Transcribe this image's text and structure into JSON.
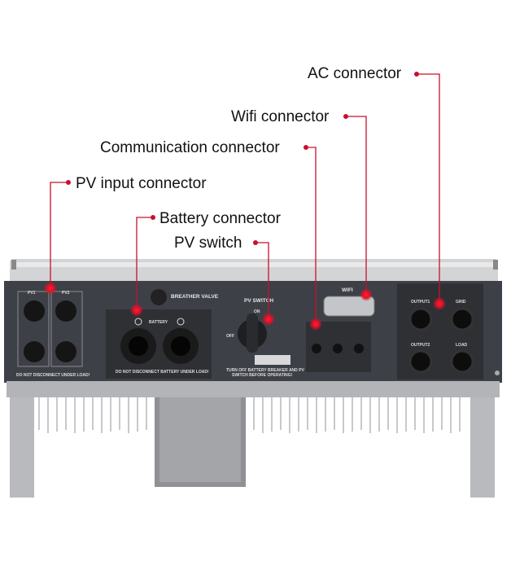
{
  "callouts": {
    "ac": "AC connector",
    "wifi": "Wifi connector",
    "communication": "Communication connector",
    "pv_input": "PV input connector",
    "battery": "Battery connector",
    "pv_switch": "PV switch"
  },
  "device_labels": {
    "pv1": "PV1",
    "pv2": "PV2",
    "pv_warning": "DO NOT DISCONNECT UNDER LOAD!",
    "breather_valve": "BREATHER VALVE",
    "battery": "BATTERY",
    "battery_warning": "DO NOT DISCONNECT BATTERY UNDER LOAD!",
    "pv_switch": "PV SWITCH",
    "on": "ON",
    "off": "OFF",
    "switch_warning_1": "TURN OFF BATTERY BREAKER AND PV",
    "switch_warning_2": "SWITCH BEFORE OPERATING!",
    "wifi": "WIFI",
    "output1": "OUTPUT1",
    "grid": "GRID",
    "output2": "OUTPUT2",
    "load": "LOAD"
  },
  "colors": {
    "callout": "#c8102e",
    "panel": "#3d4046",
    "casing": "#c9cacc"
  }
}
